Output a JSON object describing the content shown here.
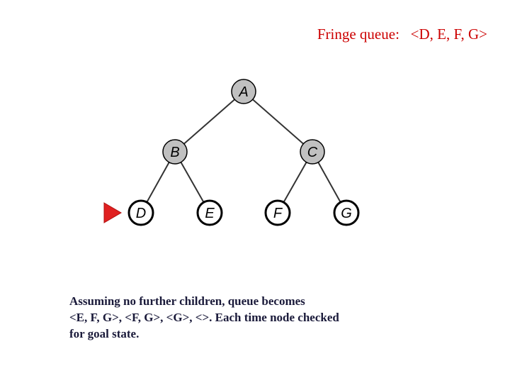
{
  "header": {
    "fringe_label": "Fringe queue:",
    "fringe_value": "<D, E, F, G>"
  },
  "tree": {
    "nodes": [
      {
        "id": "A",
        "label": "A",
        "state": "expanded"
      },
      {
        "id": "B",
        "label": "B",
        "state": "expanded"
      },
      {
        "id": "C",
        "label": "C",
        "state": "expanded"
      },
      {
        "id": "D",
        "label": "D",
        "state": "fringe"
      },
      {
        "id": "E",
        "label": "E",
        "state": "fringe"
      },
      {
        "id": "F",
        "label": "F",
        "state": "fringe"
      },
      {
        "id": "G",
        "label": "G",
        "state": "fringe"
      }
    ],
    "edges": [
      [
        "A",
        "B"
      ],
      [
        "A",
        "C"
      ],
      [
        "B",
        "D"
      ],
      [
        "B",
        "E"
      ],
      [
        "C",
        "F"
      ],
      [
        "C",
        "G"
      ]
    ],
    "current_node": "D",
    "colors": {
      "expanded_fill": "#c0c0c0",
      "fringe_fill": "#ffffff",
      "edge": "#333333",
      "pointer": "#e02020",
      "title": "#cc0000"
    }
  },
  "caption": {
    "lines": [
      "Assuming no further children, queue becomes",
      "<E, F, G>, <F, G>, <G>, <>. Each time node checked",
      "for goal state."
    ]
  }
}
